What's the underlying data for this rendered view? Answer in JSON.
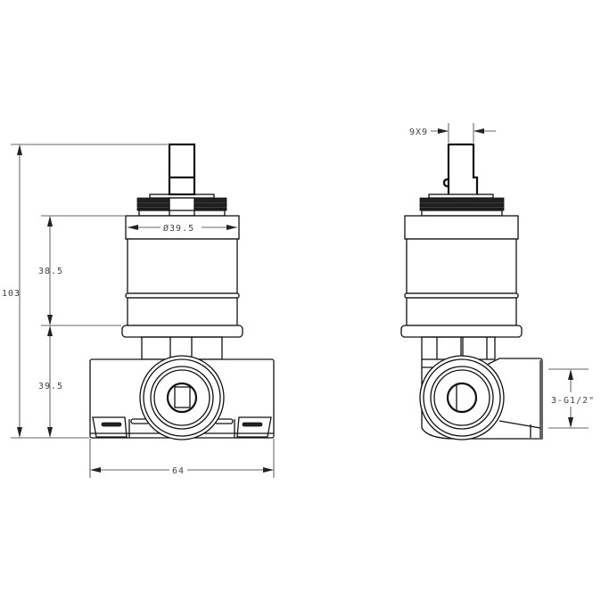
{
  "drawing": {
    "front_view": {
      "dimensions": {
        "overall_height": "103",
        "cartridge_height": "38.5",
        "body_height": "39.5",
        "diameter": "Ø39.5",
        "width": "64"
      }
    },
    "side_view": {
      "dimensions": {
        "stem_size": "9X9",
        "ports": "3-G1/2\""
      }
    },
    "line_color": "#111111",
    "background": "#ffffff"
  }
}
